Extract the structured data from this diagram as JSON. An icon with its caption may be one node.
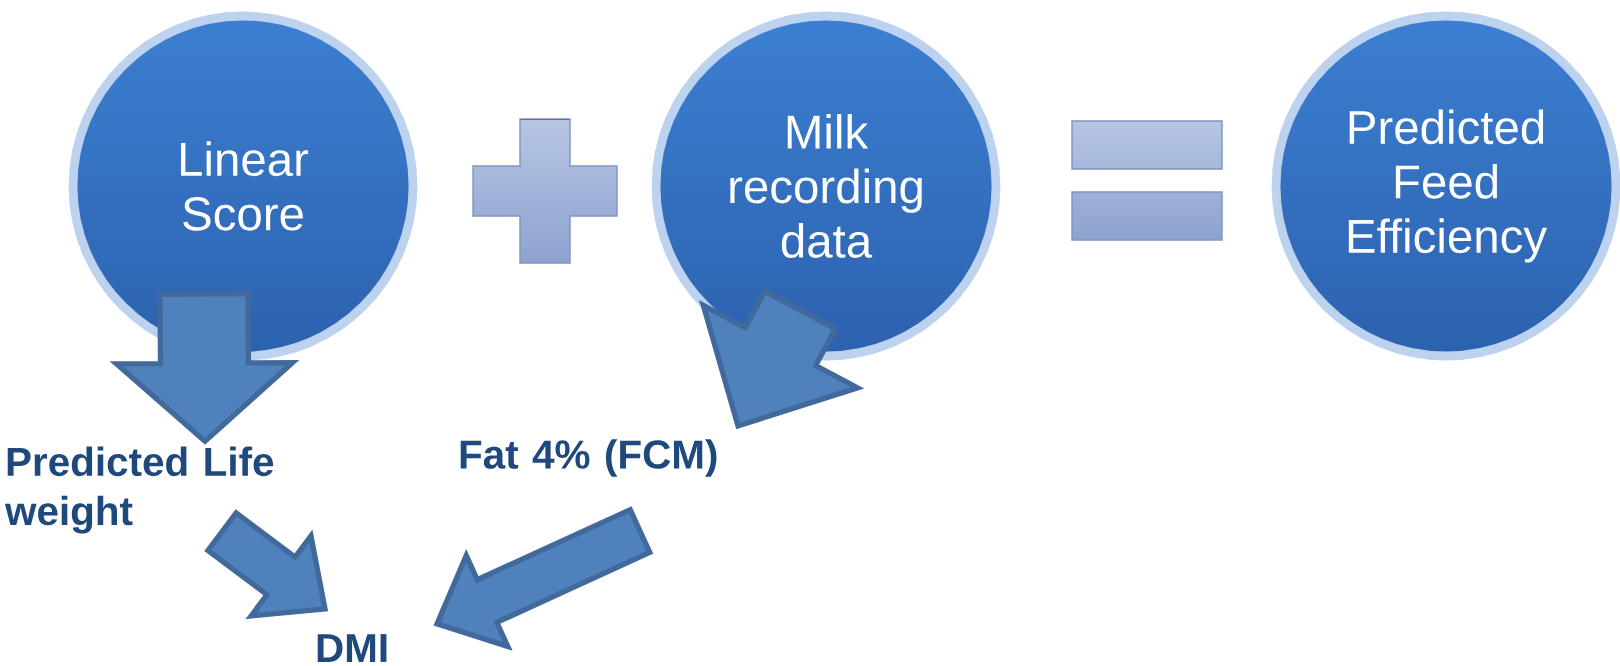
{
  "diagram": {
    "nodes": [
      {
        "text": [
          "Linear Score"
        ]
      },
      {
        "text": [
          "Milk recording data"
        ]
      },
      {
        "text": [
          "Predicted Feed Efficiency"
        ]
      },
      {
        "text": [
          "Predicted Life weight"
        ]
      },
      {
        "text": [
          "Fat 4% (FCM)"
        ]
      },
      {
        "text": [
          "DMI"
        ]
      }
    ],
    "edges": [
      {
        "from": 0,
        "to": 3,
        "arrow": "to",
        "style": "thick"
      },
      {
        "from": 1,
        "to": 4,
        "arrow": "to",
        "style": "thick"
      },
      {
        "from": 3,
        "to": 5,
        "arrow": "to",
        "style": "thick"
      },
      {
        "from": 4,
        "to": 5,
        "arrow": "to",
        "style": "thick"
      }
    ]
  }
}
